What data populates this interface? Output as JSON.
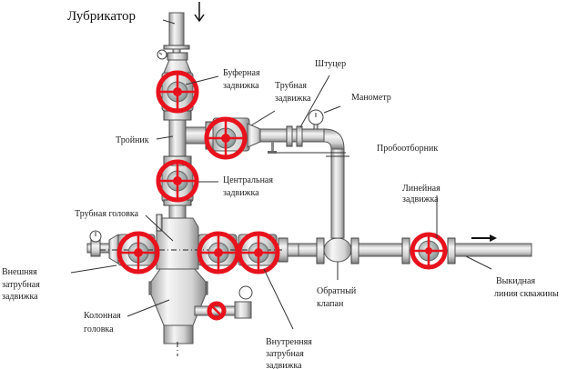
{
  "title": "Устьевая арматура скважины",
  "labels": {
    "lubricator": "Лубрикатор",
    "buffer_valve": [
      "Буферная",
      "задвижка"
    ],
    "tubing_valve": [
      "Трубная",
      "задвижка"
    ],
    "choke": "Штуцер",
    "manometer": "Манометр",
    "tee": "Тройник",
    "sampler": "Пробоотборник",
    "central_valve": [
      "Центральная",
      "задвижка"
    ],
    "tubing_head": "Трубная головка",
    "line_valve": [
      "Линейная",
      "задвижка"
    ],
    "outer_annulus_valve": [
      "Внешняя",
      "затрубная",
      "задвижка"
    ],
    "check_valve": [
      "Обратный",
      "клапан"
    ],
    "flow_line": [
      "Выкидная",
      "линия скважины"
    ],
    "casing_head": [
      "Колонная",
      "головка"
    ],
    "inner_annulus_valve": [
      "Внутренняя",
      "затрубная",
      "задвижка"
    ]
  },
  "arrows": {
    "inflow": "down-arrow-icon",
    "outflow": "right-arrow-icon"
  },
  "colors": {
    "valve_wheel": "#e8121d",
    "pipe_light": "#f2f2f2",
    "pipe_dark": "#8a8a8a",
    "text": "#222222"
  }
}
